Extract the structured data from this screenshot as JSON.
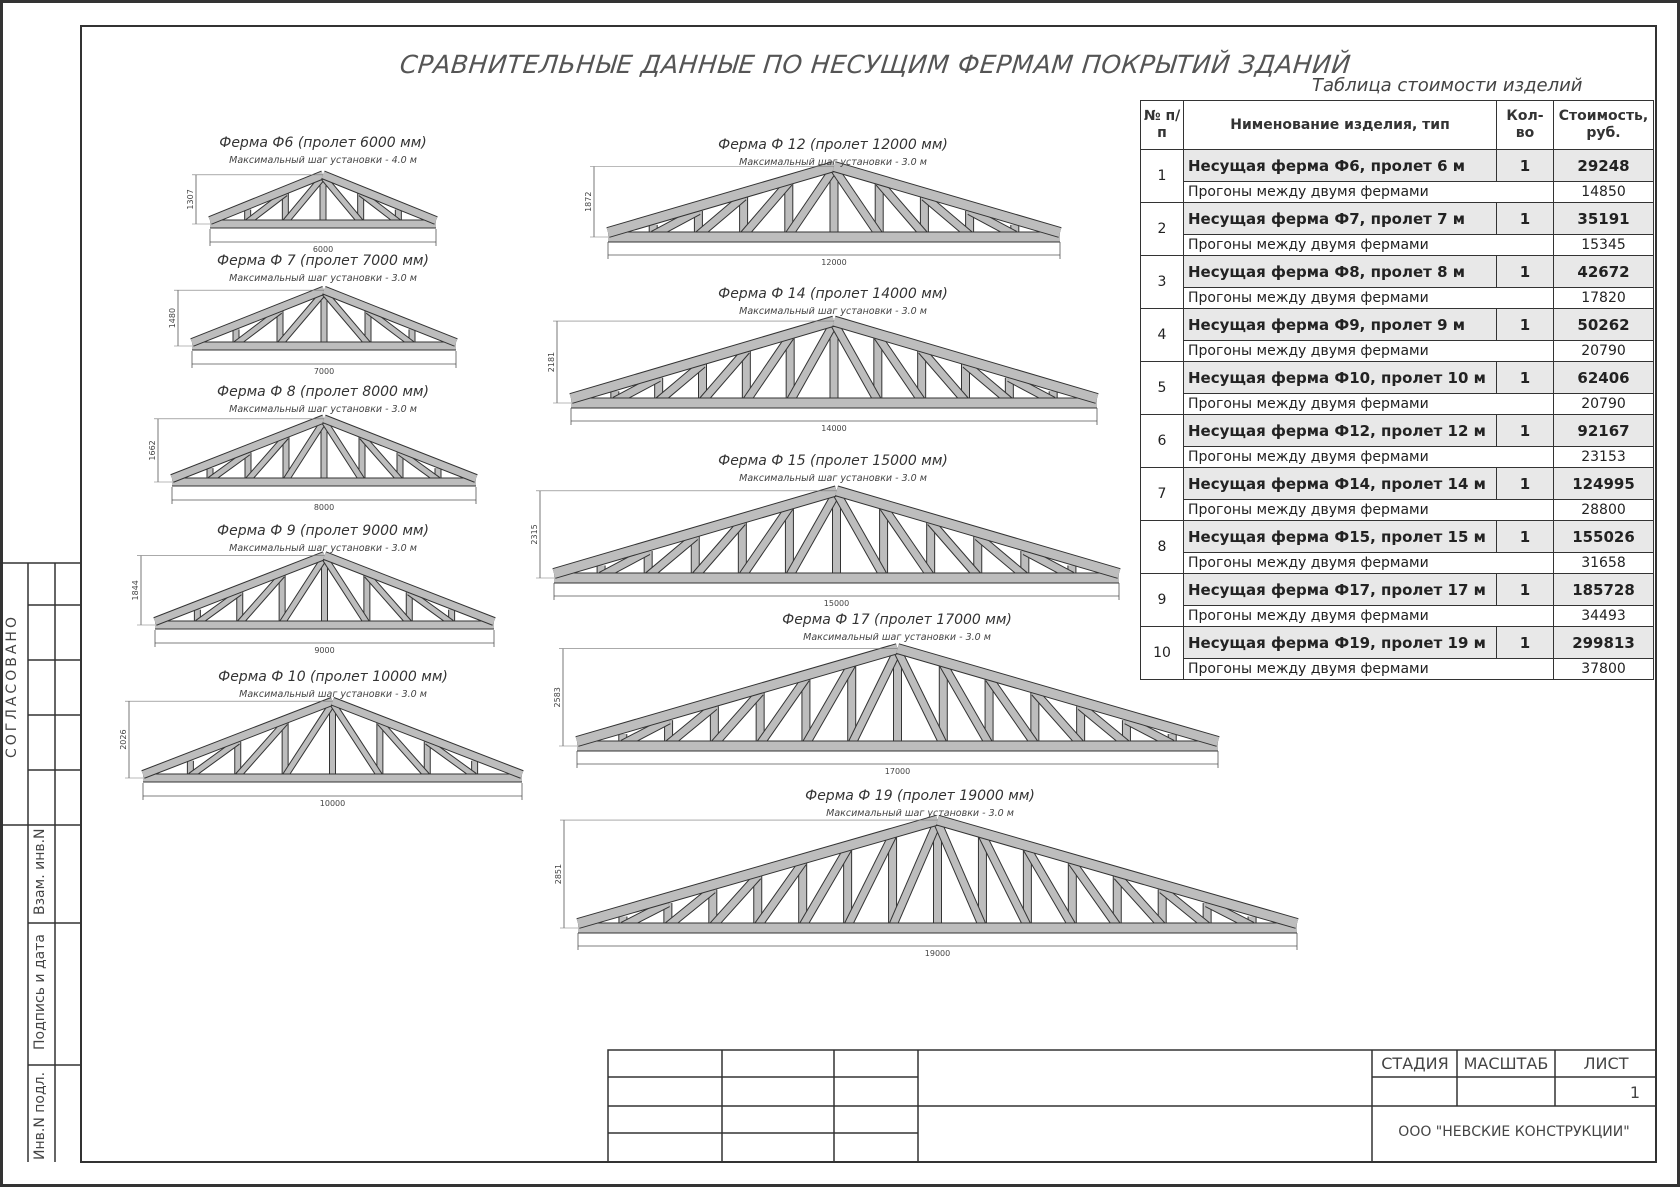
{
  "sheet": {
    "title": "СРАВНИТЕЛЬНЫЕ ДАННЫЕ ПО НЕСУЩИМ ФЕРМАМ ПОКРЫТИЙ ЗДАНИЙ",
    "table_caption": "Таблица стоимости изделий"
  },
  "trusses": [
    {
      "title": "Ферма Ф6 (пролет 6000 мм)",
      "step": "Максимальный шаг установки - 4.0 м",
      "span": "6000",
      "height": "1307",
      "panels": 6
    },
    {
      "title": "Ферма Ф 7 (пролет 7000 мм)",
      "step": "Максимальный шаг установки - 3.0 м",
      "span": "7000",
      "height": "1480",
      "panels": 6
    },
    {
      "title": "Ферма Ф 8 (пролет 8000 мм)",
      "step": "Максимальный шаг установки - 3.0 м",
      "span": "8000",
      "height": "1662",
      "panels": 8
    },
    {
      "title": "Ферма Ф 9 (пролет 9000 мм)",
      "step": "Максимальный шаг установки - 3.0 м",
      "span": "9000",
      "height": "1844",
      "panels": 8
    },
    {
      "title": "Ферма Ф 10 (пролет 10000 мм)",
      "step": "Максимальный шаг установки - 3.0 м",
      "span": "10000",
      "height": "2026",
      "panels": 8
    },
    {
      "title": "Ферма Ф 12 (пролет 12000 мм)",
      "step": "Максимальный шаг установки - 3.0 м",
      "span": "12000",
      "height": "1872",
      "panels": 10
    },
    {
      "title": "Ферма Ф 14 (пролет 14000 мм)",
      "step": "Максимальный шаг установки - 3.0 м",
      "span": "14000",
      "height": "2181",
      "panels": 12
    },
    {
      "title": "Ферма Ф 15 (пролет 15000 мм)",
      "step": "Максимальный шаг установки - 3.0 м",
      "span": "15000",
      "height": "2315",
      "panels": 12
    },
    {
      "title": "Ферма Ф 17 (пролет 17000 мм)",
      "step": "Максимальный шаг установки - 3.0 м",
      "span": "17000",
      "height": "2583",
      "panels": 14
    },
    {
      "title": "Ферма Ф 19 (пролет 19000 мм)",
      "step": "Максимальный шаг установки - 3.0 м",
      "span": "19000",
      "height": "2851",
      "panels": 16
    }
  ],
  "cost_table": {
    "headers": {
      "num": "№ п/п",
      "name": "Нименование изделия, тип",
      "qty": "Кол- во",
      "price": "Стоимость, руб."
    },
    "rows": [
      {
        "num": "1",
        "name": "Несущая ферма Ф6, пролет 6 м",
        "qty": "1",
        "price": "29248",
        "purlin": "Прогоны между двумя фермами",
        "purlin_price": "14850"
      },
      {
        "num": "2",
        "name": "Несущая ферма Ф7, пролет 7 м",
        "qty": "1",
        "price": "35191",
        "purlin": "Прогоны между двумя фермами",
        "purlin_price": "15345"
      },
      {
        "num": "3",
        "name": "Несущая ферма Ф8, пролет 8 м",
        "qty": "1",
        "price": "42672",
        "purlin": "Прогоны между двумя фермами",
        "purlin_price": "17820"
      },
      {
        "num": "4",
        "name": "Несущая ферма Ф9, пролет 9 м",
        "qty": "1",
        "price": "50262",
        "purlin": "Прогоны между двумя фермами",
        "purlin_price": "20790"
      },
      {
        "num": "5",
        "name": "Несущая ферма Ф10, пролет 10 м",
        "qty": "1",
        "price": "62406",
        "purlin": "Прогоны между двумя фермами",
        "purlin_price": "20790"
      },
      {
        "num": "6",
        "name": "Несущая ферма Ф12, пролет 12 м",
        "qty": "1",
        "price": "92167",
        "purlin": "Прогоны между двумя фермами",
        "purlin_price": "23153"
      },
      {
        "num": "7",
        "name": "Несущая ферма Ф14, пролет 14 м",
        "qty": "1",
        "price": "124995",
        "purlin": "Прогоны между двумя фермами",
        "purlin_price": "28800"
      },
      {
        "num": "8",
        "name": "Несущая ферма Ф15, пролет 15 м",
        "qty": "1",
        "price": "155026",
        "purlin": "Прогоны между двумя фермами",
        "purlin_price": "31658"
      },
      {
        "num": "9",
        "name": "Несущая ферма Ф17, пролет 17 м",
        "qty": "1",
        "price": "185728",
        "purlin": "Прогоны между двумя фермами",
        "purlin_price": "34493"
      },
      {
        "num": "10",
        "name": "Несущая ферма Ф19, пролет 19 м",
        "qty": "1",
        "price": "299813",
        "purlin": "Прогоны между двумя фермами",
        "purlin_price": "37800"
      }
    ]
  },
  "stamp": {
    "agreed": "СОГЛАСОВАНО",
    "inv_replace": "Взам. инв.N",
    "sign_date": "Подпись и дата",
    "inv_orig": "Инв.N подл.",
    "stage": "СТАДИЯ",
    "scale": "МАСШТАБ",
    "sheet_label": "ЛИСТ",
    "sheet_no": "1",
    "company": "ООО \"НЕВСКИЕ КОНСТРУКЦИИ\""
  }
}
